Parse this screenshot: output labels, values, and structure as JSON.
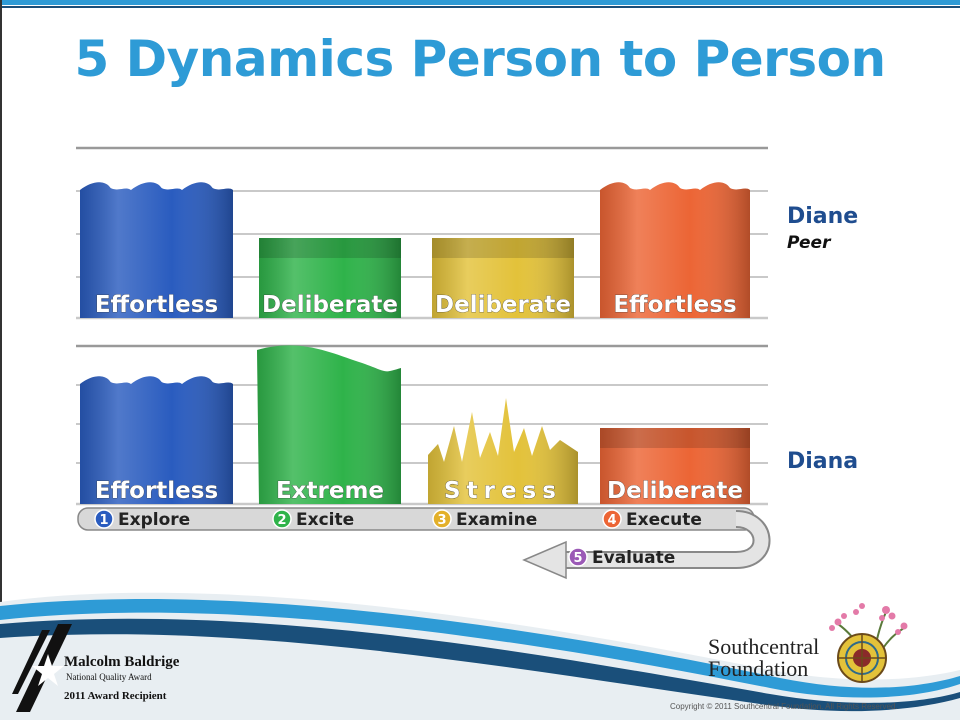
{
  "title": "5 Dynamics Person to Person",
  "persons": [
    {
      "name": "Diane",
      "role": "Peer"
    },
    {
      "name": "Diana",
      "role": ""
    }
  ],
  "rows": [
    {
      "bars": [
        {
          "label": "Effortless",
          "color": "#2a5cbf",
          "shape": "wave"
        },
        {
          "label": "Deliberate",
          "color": "#2fb34a",
          "shape": "flat"
        },
        {
          "label": "Deliberate",
          "color": "#e3c23a",
          "shape": "flat"
        },
        {
          "label": "Effortless",
          "color": "#ec6535",
          "shape": "wave"
        }
      ]
    },
    {
      "bars": [
        {
          "label": "Effortless",
          "color": "#2a5cbf",
          "shape": "wave"
        },
        {
          "label": "Extreme",
          "color": "#2fb34a",
          "shape": "peak"
        },
        {
          "label": "Stress",
          "color": "#e3c23a",
          "shape": "spikes"
        },
        {
          "label": "Deliberate",
          "color": "#ec6535",
          "shape": "flat"
        }
      ]
    }
  ],
  "steps": [
    {
      "num": "1",
      "label": "Explore",
      "color": "#2a5cbf"
    },
    {
      "num": "2",
      "label": "Excite",
      "color": "#2fb34a"
    },
    {
      "num": "3",
      "label": "Examine",
      "color": "#e3b02a"
    },
    {
      "num": "4",
      "label": "Execute",
      "color": "#ec6535"
    },
    {
      "num": "5",
      "label": "Evaluate",
      "color": "#9b59b6"
    }
  ],
  "footer": {
    "award_name": "Malcolm Baldrige",
    "award_sub": "National Quality Award",
    "award_year": "2011 Award Recipient",
    "org_line1": "Southcentral",
    "org_line2": "Foundation",
    "copyright": "Copyright © 2011 Southcentral Foundation.  All Rights Reserved."
  }
}
